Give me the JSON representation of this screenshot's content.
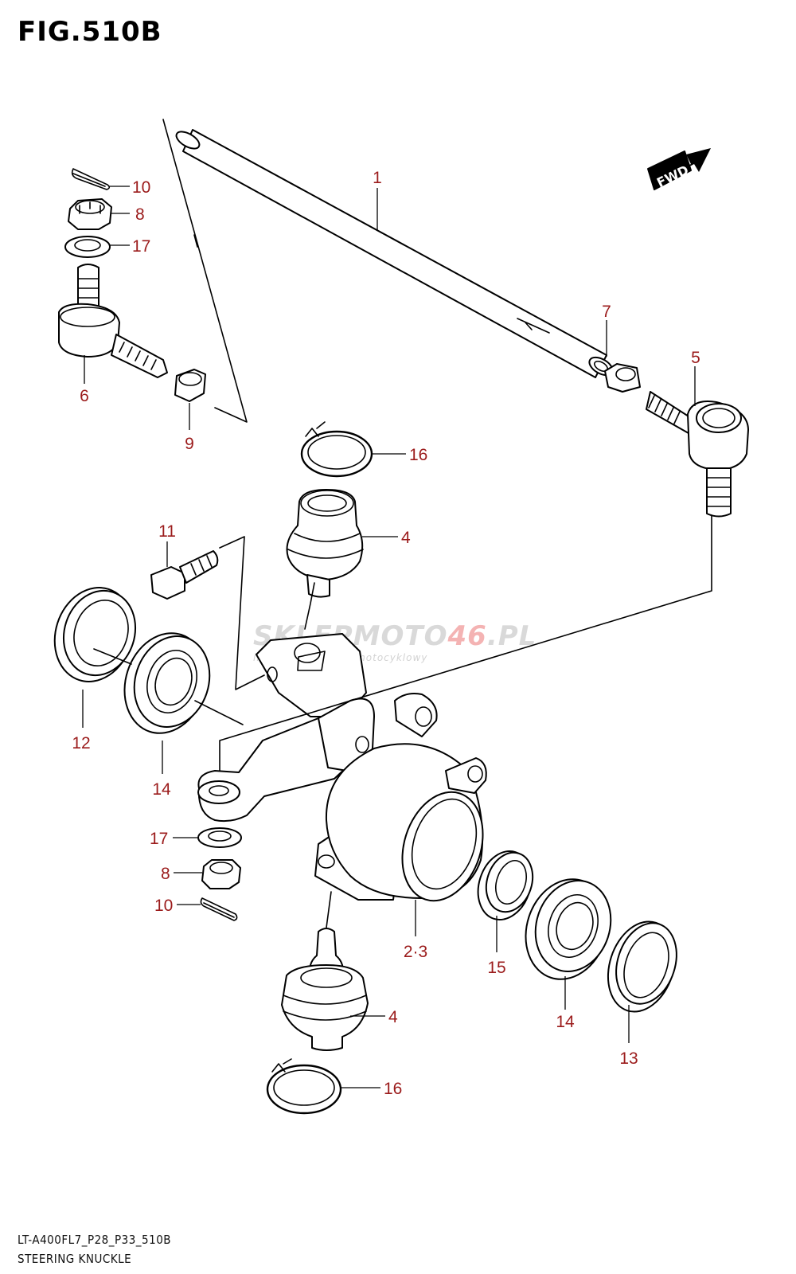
{
  "figure": {
    "title": "FIG.510B"
  },
  "footer": {
    "code": "LT-A400FL7_P28_P33_510B",
    "name": "STEERING KNUCKLE"
  },
  "fwd_label": "FWD",
  "watermark": {
    "text_main": "SKLEPMOTO",
    "text_accent": "46",
    "text_domain": ".PL",
    "subtitle": "internetowy sklep motocyklowy",
    "accent_color": "#f4b3b3"
  },
  "callouts": {
    "c1": "1",
    "c5": "5",
    "c7": "7",
    "c10a": "10",
    "c8a": "8",
    "c17a": "17",
    "c6": "6",
    "c9": "9",
    "c16a": "16",
    "c4a": "4",
    "c11": "11",
    "c12": "12",
    "c14a": "14",
    "c17b": "17",
    "c8b": "8",
    "c10b": "10",
    "c23": "2·3",
    "c15": "15",
    "c14b": "14",
    "c13": "13",
    "c4b": "4",
    "c16b": "16"
  },
  "colors": {
    "callout": "#9b1b1b",
    "line": "#000000"
  }
}
